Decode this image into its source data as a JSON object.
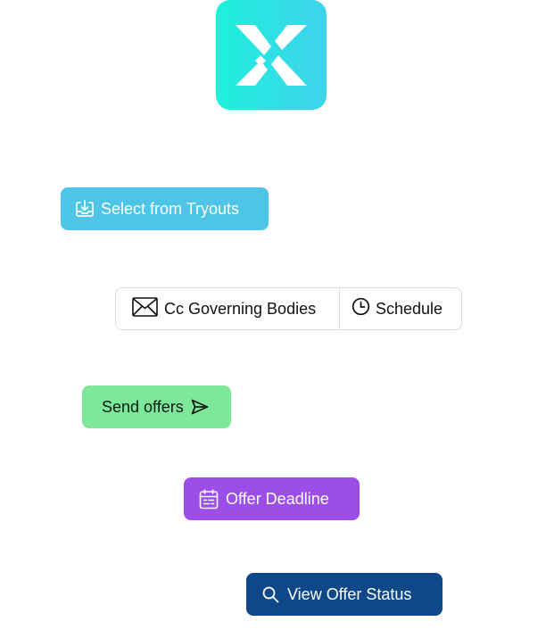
{
  "logo": {
    "icon": "x-logo-icon",
    "gradient": [
      "#1ef0dc",
      "#3fd2ec"
    ]
  },
  "buttons": {
    "select_tryouts": {
      "label": "Select from Tryouts",
      "icon": "download-tray-icon",
      "color": "#4ec4e6"
    },
    "cc_governing": {
      "label": "Cc Governing Bodies",
      "icon": "envelope-icon"
    },
    "schedule": {
      "label": "Schedule",
      "icon": "clock-icon"
    },
    "send_offers": {
      "label": "Send offers",
      "icon": "send-arrow-icon",
      "color": "#7ee89a"
    },
    "offer_deadline": {
      "label": "Offer Deadline",
      "icon": "calendar-icon",
      "color": "#9b4ee8"
    },
    "view_status": {
      "label": "View Offer Status",
      "icon": "search-icon",
      "color": "#0f4889"
    }
  }
}
